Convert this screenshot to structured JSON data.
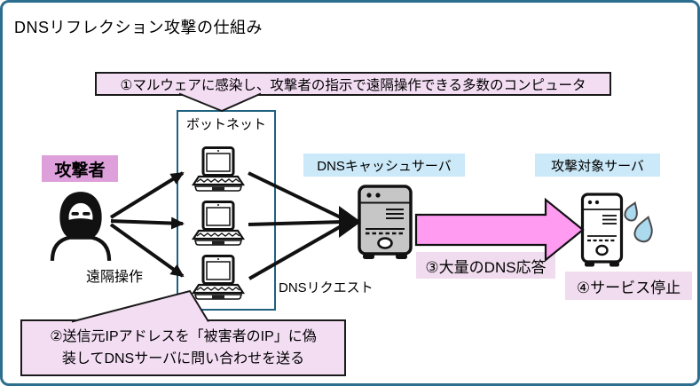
{
  "title": "DNSリフレクション攻撃の仕組み",
  "callout_top": {
    "text": "①マルウェアに感染し、攻撃者の指示で遠隔操作できる多数のコンピュータ"
  },
  "callout_bottom": {
    "line1": "②送信元IPアドレスを「被害者のIP」に偽",
    "line2": "装してDNSサーバに問い合わせを送る"
  },
  "nodes": {
    "attacker": {
      "label": "攻撃者",
      "icon": "hooded-masked-attacker"
    },
    "botnet": {
      "label": "ボットネット",
      "computer_count": 3,
      "icon": "laptop"
    },
    "dns_cache_server": {
      "label": "DNSキャッシュサーバ",
      "icon": "tower-server"
    },
    "target_server": {
      "label": "攻撃対象サーバ",
      "icon": "tower-server-sweating"
    }
  },
  "labels": {
    "remote_control": "遠隔操作",
    "dns_request": "DNSリクエスト",
    "dns_response": "③大量のDNS応答",
    "service_stop": "④サービス停止"
  },
  "colors": {
    "frame_border": "#2C6E8F",
    "botnet_border": "#1F617F",
    "callout_pink": "#F3DDF3",
    "label_pink": "#F0DCEE",
    "attacker_label_pink": "#DDA0DB",
    "label_blue": "#CBE9F8",
    "big_arrow_pink": "#FF9BF0",
    "server_gray": "#C6C6C6",
    "sweat_blue": "#ABD9EE",
    "arrow_black": "#111111"
  }
}
